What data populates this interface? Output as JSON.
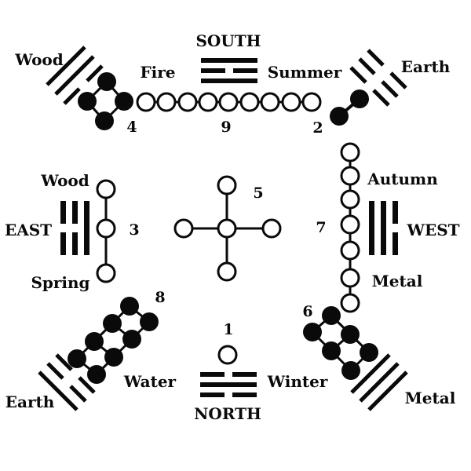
{
  "colors": {
    "ink": "#0a0a0a",
    "background": "#ffffff"
  },
  "diagram": {
    "south": {
      "direction": "SOUTH",
      "element": "Fire",
      "season": "Summer",
      "number": "9",
      "dots": 9,
      "dot_style": "open",
      "trigram": {
        "name": "li",
        "lines": [
          "solid",
          "broken",
          "solid"
        ]
      }
    },
    "north": {
      "direction": "NORTH",
      "element": "Water",
      "season": "Winter",
      "number": "1",
      "dots": 1,
      "dot_style": "open",
      "trigram": {
        "name": "kan",
        "lines": [
          "broken",
          "solid",
          "broken"
        ]
      }
    },
    "east": {
      "direction": "EAST",
      "element": "Wood",
      "season": "Spring",
      "number": "3",
      "dots": 3,
      "dot_style": "open",
      "trigram": {
        "name": "zhen",
        "lines": [
          "broken",
          "broken",
          "solid"
        ]
      }
    },
    "west": {
      "direction": "WEST",
      "element": "Metal",
      "season": "Autumn",
      "number": "7",
      "dots": 7,
      "dot_style": "open",
      "trigram": {
        "name": "dui",
        "lines": [
          "solid",
          "solid",
          "broken"
        ]
      }
    },
    "center": {
      "number": "5",
      "dots": 5,
      "dot_style": "open"
    },
    "southeast": {
      "element": "Wood",
      "number": "4",
      "dots": 4,
      "dot_style": "filled",
      "trigram": {
        "name": "xun",
        "lines": [
          "solid",
          "solid",
          "broken"
        ]
      }
    },
    "southwest": {
      "element": "Earth",
      "number": "2",
      "dots": 2,
      "dot_style": "filled",
      "trigram": {
        "name": "kun",
        "lines": [
          "broken",
          "broken",
          "broken"
        ]
      }
    },
    "northeast": {
      "element": "Earth",
      "number": "8",
      "dots": 8,
      "dot_style": "filled",
      "trigram": {
        "name": "gen",
        "lines": [
          "broken",
          "broken",
          "solid"
        ]
      }
    },
    "northwest": {
      "element": "Metal",
      "number": "6",
      "dots": 6,
      "dot_style": "filled",
      "trigram": {
        "name": "qian",
        "lines": [
          "solid",
          "solid",
          "solid"
        ]
      }
    }
  }
}
